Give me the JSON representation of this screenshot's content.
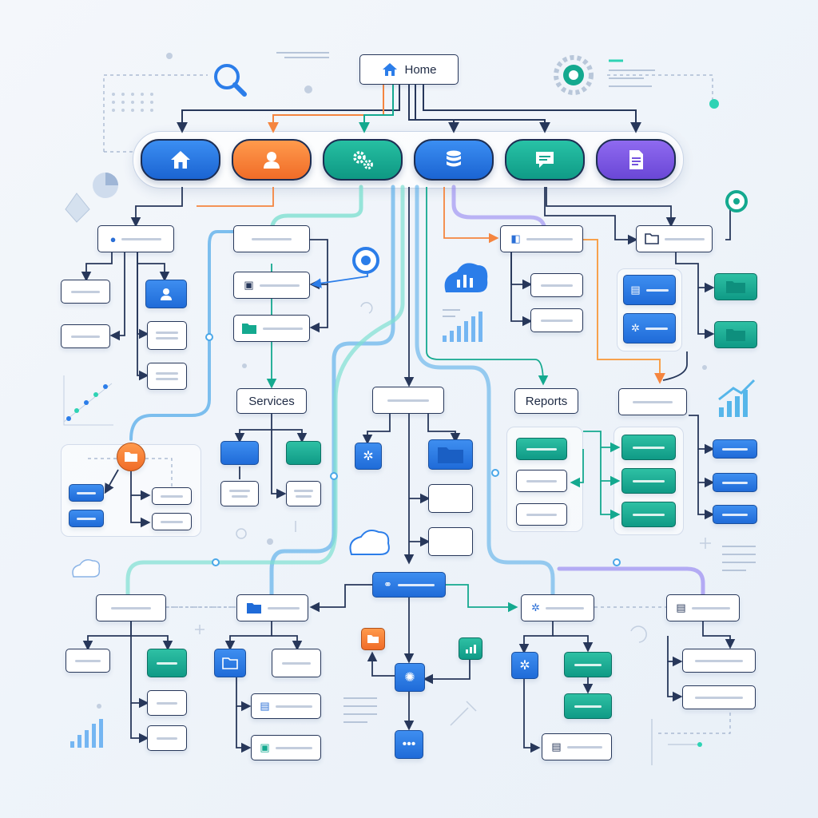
{
  "header": {
    "home_label": "Home"
  },
  "labels": {
    "services": "Services",
    "reports": "Reports"
  },
  "nav_icons": [
    "home-icon",
    "user-icon",
    "gears-icon",
    "database-icon",
    "chat-icon",
    "document-icon"
  ],
  "colors": {
    "navy": "#1c2d52",
    "blue": "#2b7de9",
    "orange": "#f5853f",
    "teal": "#14a98f",
    "green": "#22b3a0",
    "purple": "#7b59e0",
    "wire_blue": "#4aa7e8",
    "wire_teal": "#63d6c6",
    "wire_orange": "#f7a14d",
    "wire_purple": "#8d7bf0"
  }
}
